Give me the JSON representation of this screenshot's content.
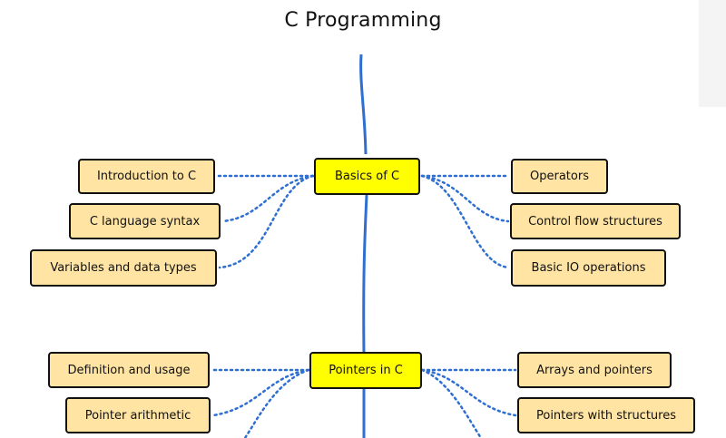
{
  "title": "C Programming",
  "colors": {
    "trunk": "#2f6fd1",
    "topic_fill": "#ffff00",
    "subtopic_fill": "#ffe4a3",
    "border": "#111111"
  },
  "topics": [
    {
      "label": "Basics of C",
      "left": [
        "Introduction to C",
        "C language syntax",
        "Variables and data types"
      ],
      "right": [
        "Operators",
        "Control flow structures",
        "Basic IO operations"
      ]
    },
    {
      "label": "Pointers in C",
      "left": [
        "Definition and usage",
        "Pointer arithmetic"
      ],
      "right": [
        "Arrays and pointers",
        "Pointers with structures"
      ]
    }
  ]
}
